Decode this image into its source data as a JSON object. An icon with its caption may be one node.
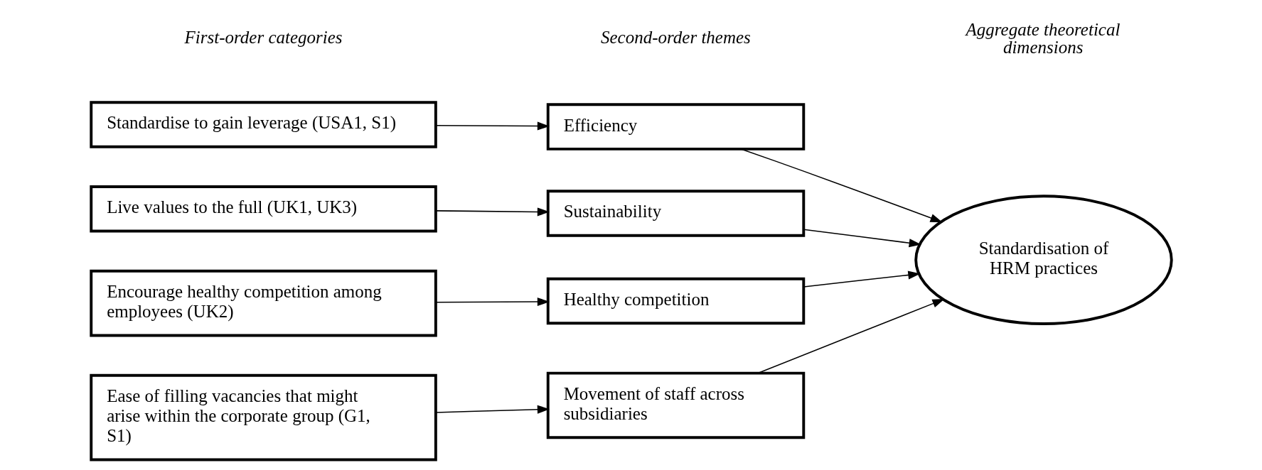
{
  "diagram": {
    "nodes": [
      {
        "text": [
          "Standardise to gain leverage (USA1, S1)"
        ]
      },
      {
        "text": [
          "Live values to the full (UK1, UK3)"
        ]
      },
      {
        "text": [
          "Encourage healthy competition among employees (UK2)"
        ]
      },
      {
        "text": [
          "Ease of filling vacancies that might arise within the corporate group (G1, S1)"
        ]
      },
      {
        "text": [
          "Efficiency"
        ]
      },
      {
        "text": [
          "Sustainability"
        ]
      },
      {
        "text": [
          "Healthy competition"
        ]
      },
      {
        "text": [
          "Movement of staff across subsidiaries"
        ]
      },
      {
        "text": [
          "Standardisation of HRM practices"
        ]
      }
    ],
    "edges": [
      {
        "from": 0,
        "to": 4,
        "arrow": "to"
      },
      {
        "from": 1,
        "to": 5,
        "arrow": "to"
      },
      {
        "from": 2,
        "to": 6,
        "arrow": "to"
      },
      {
        "from": 3,
        "to": 7,
        "arrow": "to"
      },
      {
        "from": 4,
        "to": 8,
        "arrow": "to"
      },
      {
        "from": 5,
        "to": 8,
        "arrow": "to"
      },
      {
        "from": 6,
        "to": 8,
        "arrow": "to"
      },
      {
        "from": 7,
        "to": 8,
        "arrow": "to"
      }
    ],
    "labels": [
      "First-order categories",
      "Second-order themes",
      "Aggregate theoretical dimensions"
    ]
  }
}
